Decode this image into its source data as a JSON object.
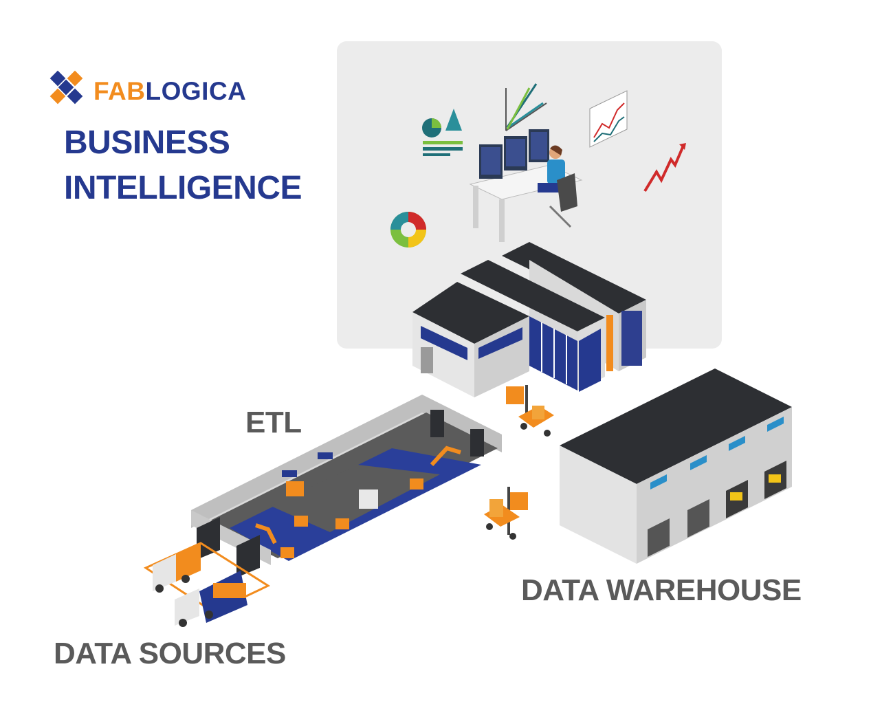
{
  "brand": {
    "part1": "FAB",
    "part2": "LOGICA"
  },
  "title": {
    "line1": "BUSINESS",
    "line2": "INTELLIGENCE"
  },
  "labels": {
    "etl": "ETL",
    "data_warehouse": "DATA WAREHOUSE",
    "data_sources": "DATA SOURCES"
  },
  "colors": {
    "navy": "#25398f",
    "orange": "#f28c1e",
    "roof": "#2d2f33",
    "wall": "#dcdcdc",
    "panel": "#ececec",
    "label_gray": "#5a5a5a"
  }
}
